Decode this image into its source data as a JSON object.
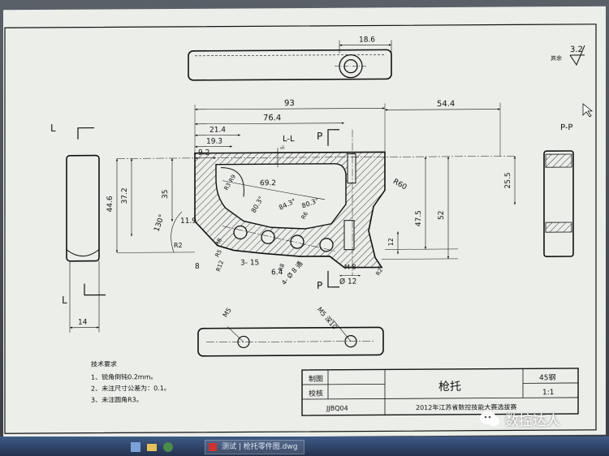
{
  "roughness": {
    "value": "3.2",
    "label": "其余"
  },
  "view_labels": {
    "L_left": "L",
    "L_left_bottom": "L",
    "LL": "L-L",
    "P_top": "P",
    "P_bottom": "P",
    "PP": "P-P"
  },
  "dims": {
    "d93": "93",
    "d54_4": "54.4",
    "d76_4": "76.4",
    "d21_4": "21.4",
    "d19_3": "19.3",
    "d9_2": "9.2",
    "d18_6": "18.6",
    "d44_6": "44.6",
    "d37_2": "37.2",
    "d35": "35",
    "d11_9": "11.9",
    "d69_2": "69.2",
    "d80_3a": "80.3°",
    "d84_3": "84.3°",
    "d80_3b": "80.3°",
    "d130": "130°",
    "dR60": "R60",
    "d25_5": "25.5",
    "d47_5": "47.5",
    "d52": "52",
    "d12v": "12",
    "dR2": "R2",
    "dR3": "R3",
    "dR8": "R8",
    "dR6": "R6",
    "dR5": "R5",
    "dR9": "R9",
    "dR12": "R12",
    "dR2b": "R2",
    "dR8b": "R8",
    "d8": "8",
    "d3_15": "3- 15",
    "d6_4": "6.4",
    "d4_8": "4- Ø 8 通",
    "dM8": "M 8",
    "d12h": "Ø 12",
    "d5": "5:",
    "d14": "14",
    "dM5": "M5",
    "dM5deep": "M5 深10"
  },
  "notes": {
    "title": "技术要求",
    "items": [
      "1、锐角倒钝0.2mm。",
      "2、未注尺寸公差为：0.1。",
      "3、未注圆角R3。"
    ]
  },
  "title_block": {
    "drawn": "制图",
    "checked": "校核",
    "part_name": "枪托",
    "material": "45钢",
    "scale": "1:1",
    "drawing_no": "JJBQ04",
    "org": "2012年江苏省数控技能大赛选拔赛"
  },
  "taskbar": {
    "item_label": "测试 | 枪托零件图.dwg"
  },
  "watermark": {
    "text": "数控达人"
  },
  "colors": {
    "screen_bg": "#eceeea",
    "line": "#111111",
    "hatch": "#222222"
  }
}
